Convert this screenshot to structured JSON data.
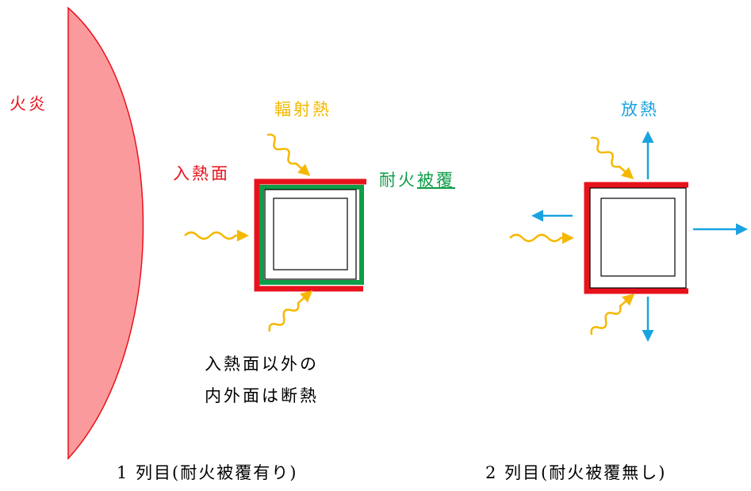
{
  "labels": {
    "flame": "火炎",
    "radiant_heat": "輻射熱",
    "heated_surface": "入熱面",
    "fireproof_prefix": "耐火",
    "fireproof_underlined": "被覆",
    "insulated_line1": "入熱面以外の",
    "insulated_line2": "内外面は断熱",
    "heat_release": "放熱",
    "caption_col1": "1 列目(耐火被覆有り)",
    "caption_col2": "2 列目(耐火被覆無し)"
  },
  "colors": {
    "flame_fill": "#fb9a9c",
    "flame_stroke": "#e8121d",
    "flame_text": "#e8121d",
    "heat_surface": "#e8121d",
    "radiant": "#f5b800",
    "fireproof": "#0e9d48",
    "release": "#1aa3e0",
    "line": "#000000",
    "text": "#000000"
  },
  "icons": {
    "radiant_heat_arrow": "wavy-arrow-icon",
    "heat_release_arrow": "arrow-icon"
  }
}
